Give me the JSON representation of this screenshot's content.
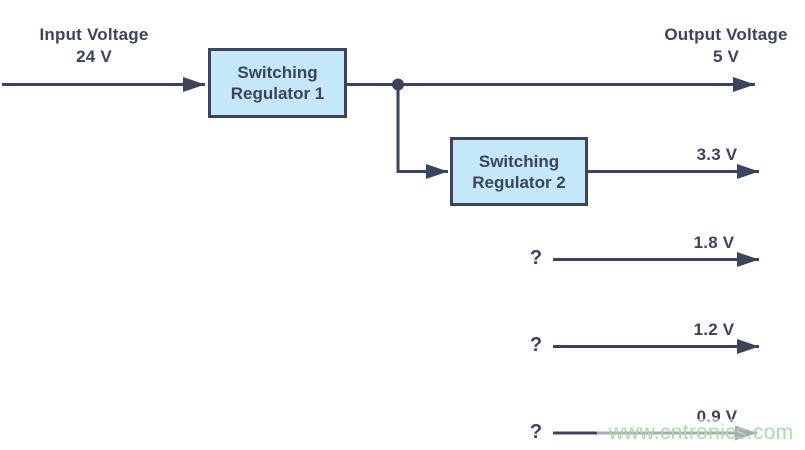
{
  "input": {
    "title": "Input Voltage",
    "value": "24 V"
  },
  "output": {
    "title": "Output Voltage",
    "value": "5 V"
  },
  "regulator1": {
    "label": "Switching Regulator 1"
  },
  "regulator2": {
    "label": "Switching Regulator 2"
  },
  "rails": [
    {
      "voltage": "3.3 V",
      "source": "Switching Regulator 2"
    },
    {
      "voltage": "1.8 V",
      "unknown_source": "?"
    },
    {
      "voltage": "1.2 V",
      "unknown_source": "?"
    },
    {
      "voltage": "0.9 V",
      "unknown_source": "?"
    }
  ],
  "watermark": "www.cntronics.com",
  "colors": {
    "line": "#3a445c",
    "box_fill": "#c4e8f6",
    "box_border": "#3a445c",
    "text": "#3a445c",
    "watermark_text": "#a9dca7"
  }
}
